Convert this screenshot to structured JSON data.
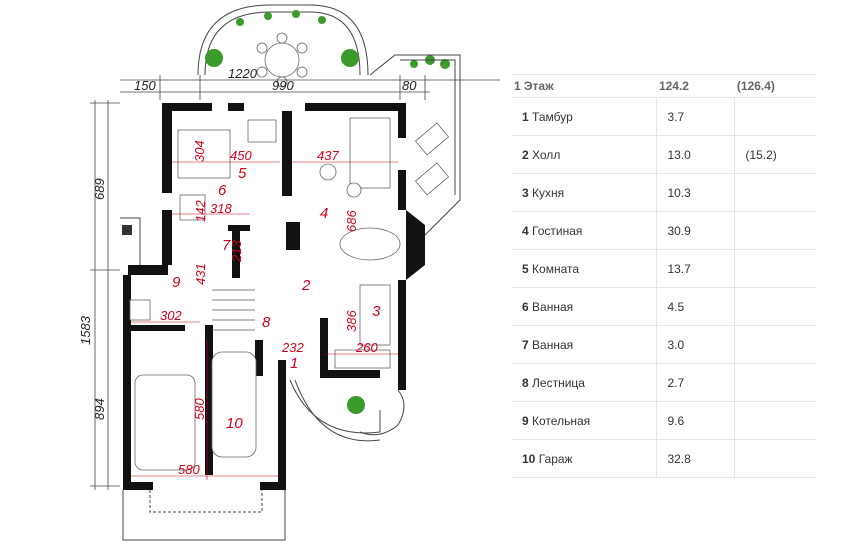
{
  "plan": {
    "top_dims": [
      "1220",
      "150",
      "990",
      "80"
    ],
    "left_dims": [
      "689",
      "1583",
      "894"
    ],
    "room_numbers": [
      "1",
      "2",
      "3",
      "4",
      "5",
      "6",
      "7",
      "8",
      "9",
      "10"
    ],
    "inner_dims": [
      "304",
      "450",
      "437",
      "142",
      "318",
      "686",
      "213",
      "431",
      "302",
      "386",
      "232",
      "260",
      "580",
      "580"
    ]
  },
  "table": {
    "header": {
      "label": "1 Этаж",
      "area": "124.2",
      "area2": "(126.4)"
    },
    "rooms": [
      {
        "num": "1",
        "name": "Тамбур",
        "area": "3.7",
        "area2": ""
      },
      {
        "num": "2",
        "name": "Холл",
        "area": "13.0",
        "area2": "(15.2)"
      },
      {
        "num": "3",
        "name": "Кухня",
        "area": "10.3",
        "area2": ""
      },
      {
        "num": "4",
        "name": "Гостиная",
        "area": "30.9",
        "area2": ""
      },
      {
        "num": "5",
        "name": "Комната",
        "area": "13.7",
        "area2": ""
      },
      {
        "num": "6",
        "name": "Ванная",
        "area": "4.5",
        "area2": ""
      },
      {
        "num": "7",
        "name": "Ванная",
        "area": "3.0",
        "area2": ""
      },
      {
        "num": "8",
        "name": "Лестница",
        "area": "2.7",
        "area2": ""
      },
      {
        "num": "9",
        "name": "Котельная",
        "area": "9.6",
        "area2": ""
      },
      {
        "num": "10",
        "name": "Гараж",
        "area": "32.8",
        "area2": ""
      }
    ]
  }
}
